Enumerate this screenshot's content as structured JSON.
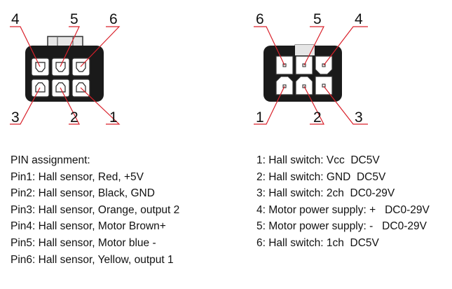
{
  "left_connector": {
    "top_labels": [
      "4",
      "5",
      "6"
    ],
    "bottom_labels": [
      "3",
      "2",
      "1"
    ]
  },
  "right_connector": {
    "top_labels": [
      "6",
      "5",
      "4"
    ],
    "bottom_labels": [
      "1",
      "2",
      "3"
    ]
  },
  "pin_assignment": {
    "heading": "PIN assignment:",
    "lines": [
      "Pin1: Hall sensor, Red, +5V",
      "Pin2: Hall sensor, Black, GND",
      "Pin3: Hall sensor, Orange, output 2",
      "Pin4: Hall sensor, Motor Brown+",
      "Pin5: Hall sensor, Motor blue -",
      "Pin6: Hall sensor, Yellow, output 1"
    ]
  },
  "pin_functions": {
    "lines": [
      "1: Hall switch: Vcc  DC5V",
      "2: Hall switch: GND  DC5V",
      "3: Hall switch: 2ch  DC0-29V",
      "4: Motor power supply: +   DC0-29V",
      "5: Motor power supply: -   DC0-29V",
      "6: Hall switch: 1ch  DC5V"
    ]
  },
  "colors": {
    "lead_line": "#d9202a",
    "housing": "#1a1a1a",
    "cavity": "#ffffff"
  }
}
